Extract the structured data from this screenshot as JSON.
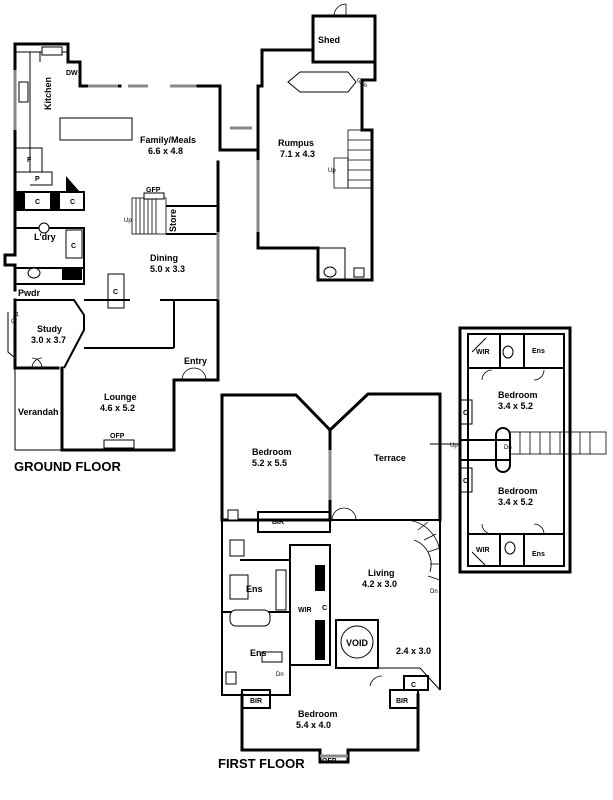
{
  "floors": {
    "ground_label": "GROUND FLOOR",
    "first_label": "FIRST FLOOR"
  },
  "ground": {
    "shed": "Shed",
    "kitchen": "Kitchen",
    "dw": "DW",
    "family_meals": "Family/Meals",
    "family_meals_dim": "6.6 x 4.8",
    "rumpus": "Rumpus",
    "rumpus_dim": "7.1 x 4.3",
    "gfp_rumpus": "GFP",
    "f": "F",
    "p": "P",
    "c1": "C",
    "c2": "C",
    "c3": "C",
    "c4": "C",
    "gfp_stair": "GFP",
    "up_main": "Up",
    "up_rumpus": "Up",
    "store": "Store",
    "ldry": "L'dry",
    "dining": "Dining",
    "dining_dim": "5.0 x 3.3",
    "pwdr": "Pwdr",
    "study": "Study",
    "study_dim": "3.0 x 3.7",
    "gfp_study": "GFP",
    "entry": "Entry",
    "verandah": "Verandah",
    "lounge": "Lounge",
    "lounge_dim": "4.6 x 5.2",
    "ofp": "OFP"
  },
  "first": {
    "bed1": "Bedroom",
    "bed1_dim": "5.2 x 5.5",
    "terrace": "Terrace",
    "bir1": "BIR",
    "ens1": "Ens",
    "wir": "WIR",
    "c_wir": "C",
    "living": "Living",
    "living_dim": "4.2 x 3.0",
    "dn_stair": "Dn",
    "void": "VOID",
    "room24": "2.4 x 3.0",
    "ens2": "Ens",
    "dn2": "Dn",
    "c_bir": "C",
    "bir2": "BIR",
    "bir3": "BIR",
    "bed_main": "Bedroom",
    "bed_main_dim": "5.4 x 4.0",
    "ofp": "OFP"
  },
  "wing": {
    "wir_top": "WIR",
    "ens_top": "Ens",
    "bed_top": "Bedroom",
    "bed_top_dim": "3.4 x 5.2",
    "c_top": "C",
    "up": "Up",
    "dn": "Dn",
    "c_bot": "C",
    "bed_bot": "Bedroom",
    "bed_bot_dim": "3.4 x 5.2",
    "wir_bot": "WIR",
    "ens_bot": "Ens"
  }
}
